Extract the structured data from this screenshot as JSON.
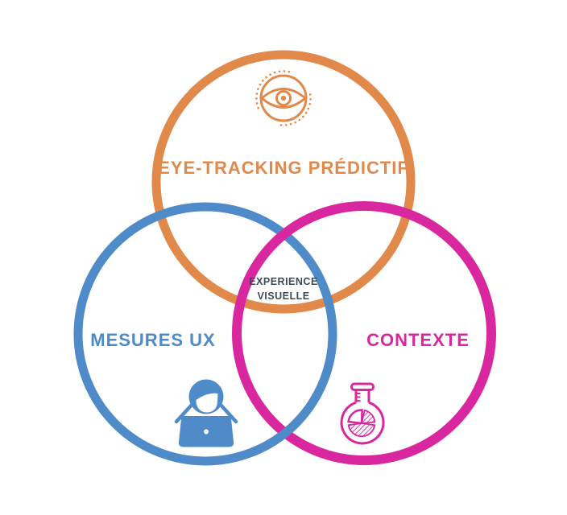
{
  "diagram": {
    "type": "venn",
    "background": "#ffffff",
    "sets": [
      {
        "id": "eye-tracking",
        "label": "EYE-TRACKING PRÉDICTIF",
        "color": "#E1894A",
        "icon": "eye-icon",
        "position": "top"
      },
      {
        "id": "mesures-ux",
        "label": "MESURES UX",
        "color": "#4E8BC8",
        "icon": "person-laptop-icon",
        "position": "bottom-left"
      },
      {
        "id": "contexte",
        "label": "CONTEXTE",
        "color": "#D9279F",
        "icon": "flask-pie-chart-icon",
        "position": "bottom-right"
      }
    ],
    "intersection": {
      "line1": "EXPERIENCE",
      "line2": "VISUELLE",
      "color": "#3E4A59"
    }
  }
}
